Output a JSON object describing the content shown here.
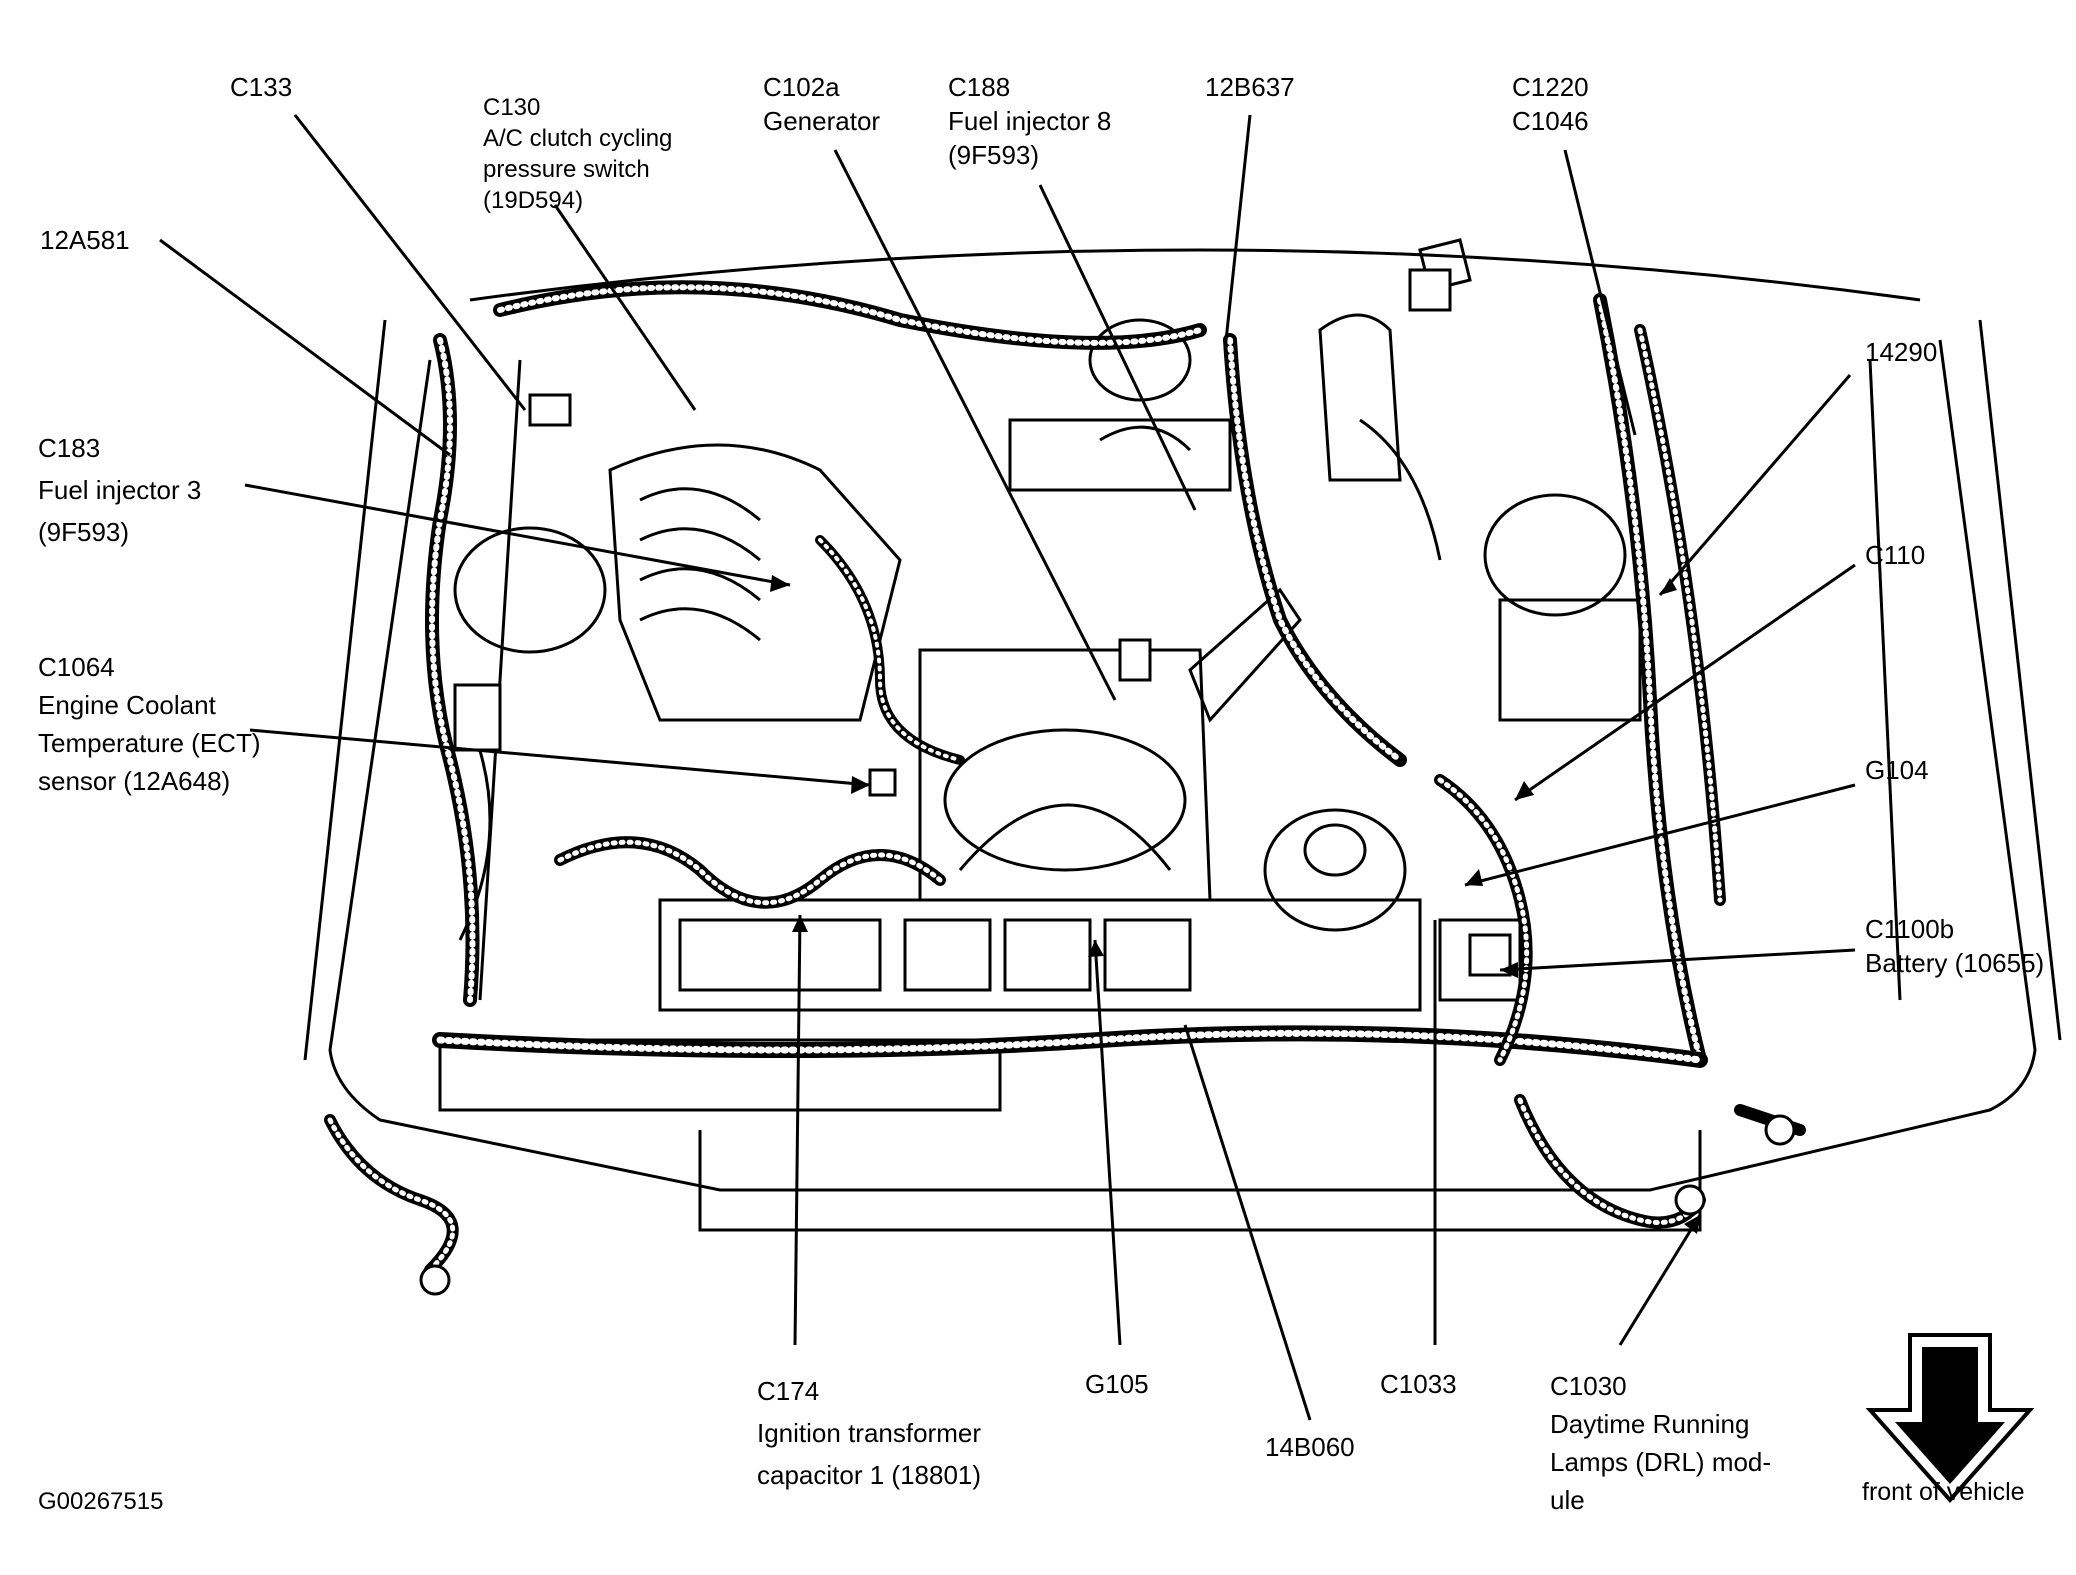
{
  "figure_id": "G00267515",
  "orientation_label": "front of vehicle",
  "callouts": [
    {
      "id": "c133",
      "lines": [
        "C133"
      ]
    },
    {
      "id": "c130",
      "lines": [
        "C130",
        "A/C clutch cycling",
        "pressure switch",
        "(19D594)"
      ]
    },
    {
      "id": "c102a",
      "lines": [
        "C102a",
        "Generator"
      ]
    },
    {
      "id": "c188",
      "lines": [
        "C188",
        "Fuel injector 8",
        "(9F593)"
      ]
    },
    {
      "id": "p12b637",
      "lines": [
        "12B637"
      ]
    },
    {
      "id": "c1220",
      "lines": [
        "C1220",
        "C1046"
      ]
    },
    {
      "id": "p12a581",
      "lines": [
        "12A581"
      ]
    },
    {
      "id": "p14290",
      "lines": [
        "14290"
      ]
    },
    {
      "id": "c183",
      "lines": [
        "C183",
        "Fuel injector 3",
        "(9F593)"
      ]
    },
    {
      "id": "c110",
      "lines": [
        "C110"
      ]
    },
    {
      "id": "c1064",
      "lines": [
        "C1064",
        "Engine Coolant",
        "Temperature (ECT)",
        "sensor (12A648)"
      ]
    },
    {
      "id": "g104",
      "lines": [
        "G104"
      ]
    },
    {
      "id": "c1100b",
      "lines": [
        "C1100b",
        "Battery (10655)"
      ]
    },
    {
      "id": "c174",
      "lines": [
        "C174",
        "Ignition transformer",
        "capacitor 1 (18801)"
      ]
    },
    {
      "id": "g105",
      "lines": [
        "G105"
      ]
    },
    {
      "id": "p14b060",
      "lines": [
        "14B060"
      ]
    },
    {
      "id": "c1033",
      "lines": [
        "C1033"
      ]
    },
    {
      "id": "c1030",
      "lines": [
        "C1030",
        "Daytime Running",
        "Lamps (DRL) mod-",
        "ule"
      ]
    }
  ]
}
